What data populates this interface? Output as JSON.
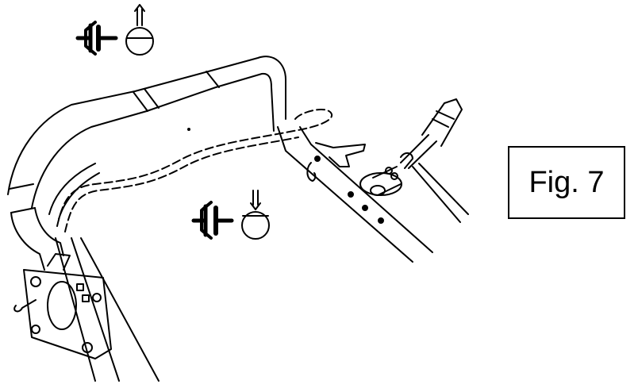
{
  "figure": {
    "label": "Fig. 7"
  },
  "symbols": {
    "clutch_disengage": {
      "icon": "clutch-disengage-icon",
      "arrow": "up"
    },
    "clutch_engage": {
      "icon": "clutch-engage-icon",
      "arrow": "down"
    }
  },
  "colors": {
    "line": "#000000",
    "background": "#ffffff"
  }
}
